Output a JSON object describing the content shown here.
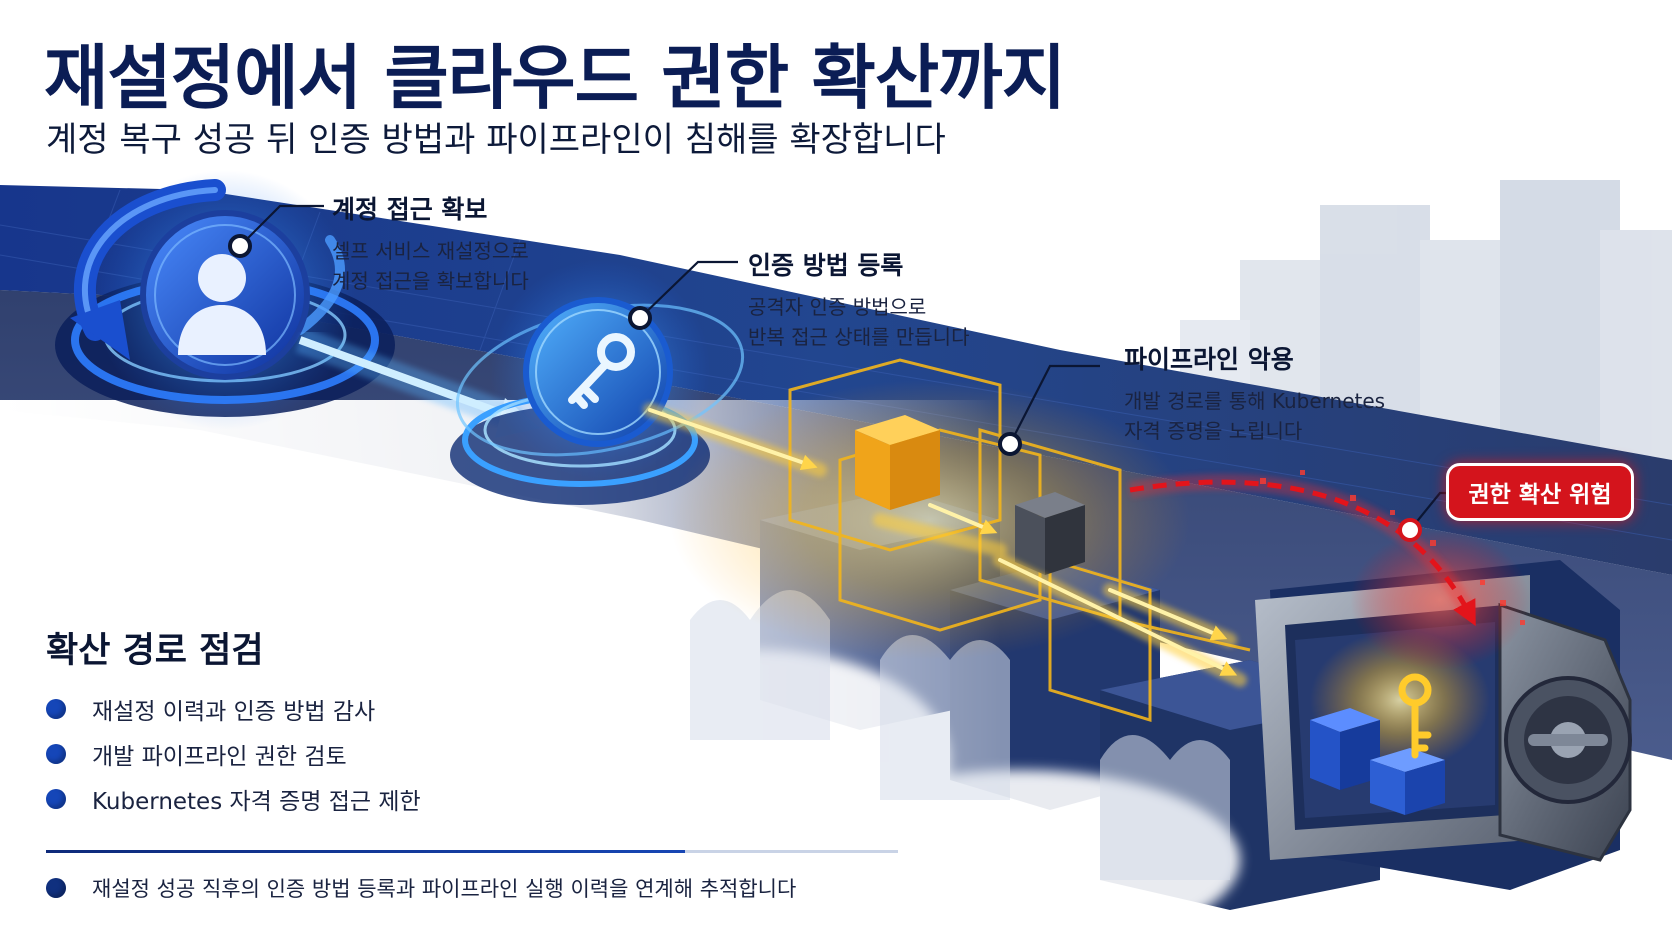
{
  "title": "재설정에서 클라우드 권한 확산까지",
  "subtitle": "계정 복구 성공 뒤 인증 방법과 파이프라인이 침해를 확장합니다",
  "steps": [
    {
      "heading": "계정 접근 확보",
      "lines": [
        "셀프 서비스 재설정으로",
        "계정 접근을 확보합니다"
      ],
      "icon": "user-icon"
    },
    {
      "heading": "인증 방법 등록",
      "lines": [
        "공격자 인증 방법으로",
        "반복 접근 상태를 만듭니다"
      ],
      "icon": "key-icon"
    },
    {
      "heading": "파이프라인 악용",
      "lines": [
        "개발 경로를 통해 Kubernetes",
        "자격 증명을 노립니다"
      ],
      "icon": "pipeline-blocks-icon"
    }
  ],
  "risk_badge": "권한 확산 위험",
  "checklist": {
    "title": "확산 경로 점검",
    "items": [
      "재설정 이력과 인증 방법 감사",
      "개발 파이프라인 권한 검토",
      "Kubernetes 자격 증명 접근 제한"
    ]
  },
  "footnote": "재설정 성공 직후의 인증 방법 등록과 파이프라인 실행 이력을 연계해 추적합니다",
  "colors": {
    "title": "#0b1d55",
    "blue_accent": "#1e6ff0",
    "gold_accent": "#f7b21a",
    "risk_red": "#d4141c",
    "bullet": "#1546b8"
  }
}
